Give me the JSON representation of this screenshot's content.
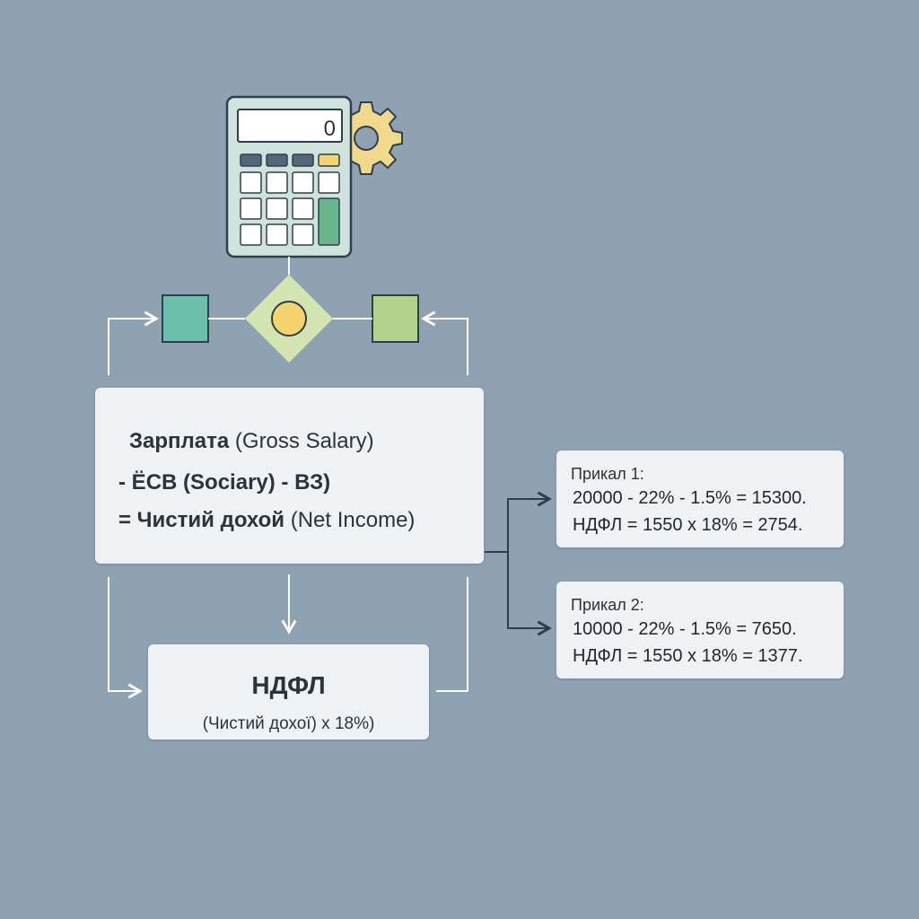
{
  "calculator": {
    "display": "0"
  },
  "formula": {
    "line1_bold": "Зарплата",
    "line1_light": "(Gross Salary)",
    "line2": "- ЁСВ (Sociary) - ВЗ)",
    "line3_bold": "= Чистий дохой",
    "line3_light": "(Net Income)"
  },
  "ndfl": {
    "title": "НДФЛ",
    "subtitle": "(Чистий дохої) x 18%)"
  },
  "examples": [
    {
      "title": "Прикал 1:",
      "line1": "20000 - 22% - 1.5% = 15300.",
      "line2": "НДФЛ = 1550 x 18% = 2754."
    },
    {
      "title": "Прикал 2:",
      "line1": "10000 - 22% - 1.5% = 7650.",
      "line2": "НДФЛ = 1550 x 18% = 1377."
    }
  ],
  "colors": {
    "background": "#8ea2b2",
    "calculator_body": "#cfe3dc",
    "teal_square": "#6bbfab",
    "green_square": "#b3d38d",
    "diamond": "#d3e5b0",
    "circle": "#f5d36e",
    "gear": "#f0d98a",
    "connector": "#ffffff",
    "arrow_dark": "#2f3e4c"
  }
}
